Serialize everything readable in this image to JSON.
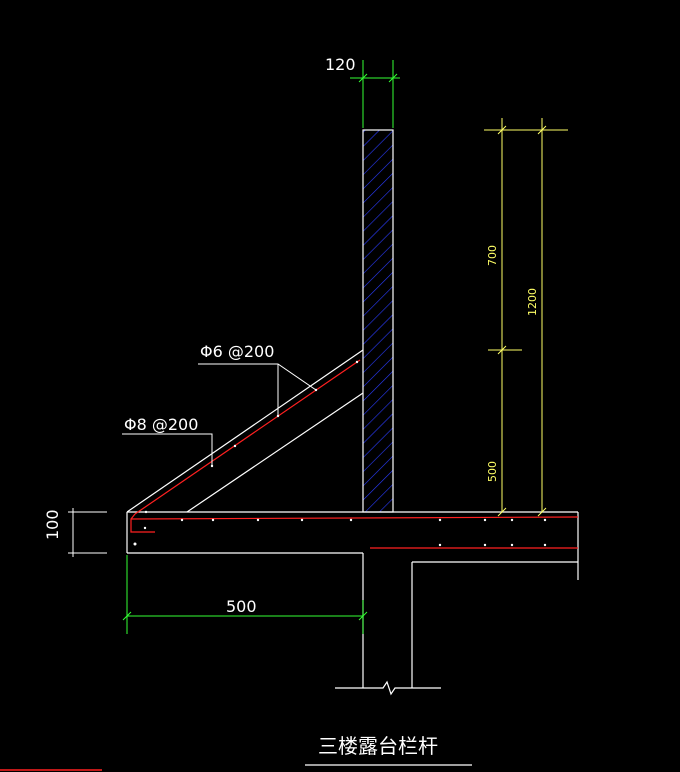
{
  "drawing": {
    "title": "三楼露台栏杆",
    "dimensions": {
      "wall_thickness": "120",
      "slab_thickness": "100",
      "cantilever_length": "500",
      "upper_height": "700",
      "lower_height": "500",
      "total_height": "1200"
    },
    "rebar_labels": {
      "upper": "Φ6 @200",
      "lower": "Φ8 @200"
    },
    "colors": {
      "background": "#000000",
      "outline": "#ffffff",
      "dimension_green": "#33ff33",
      "dimension_yellow": "#ffff66",
      "rebar_red": "#ff2020",
      "hatch_blue": "#2a3cff"
    }
  }
}
